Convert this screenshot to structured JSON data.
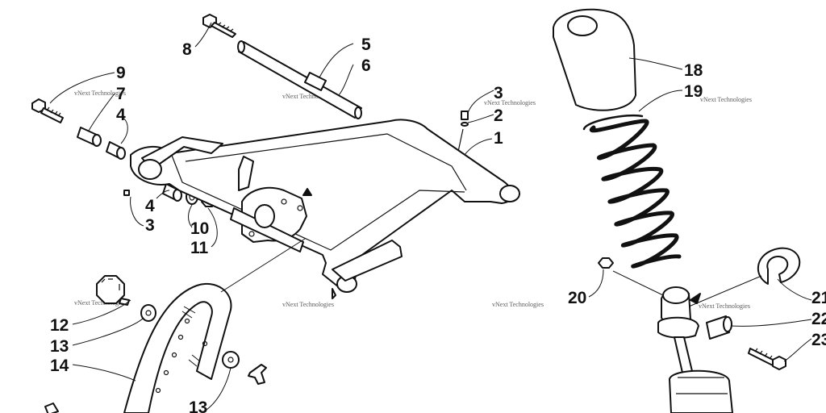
{
  "diagram": {
    "watermark": "vNext Technologies",
    "callouts": [
      {
        "id": "c8",
        "label": "8"
      },
      {
        "id": "c5",
        "label": "5"
      },
      {
        "id": "c6",
        "label": "6"
      },
      {
        "id": "c9",
        "label": "9"
      },
      {
        "id": "c7",
        "label": "7"
      },
      {
        "id": "c4a",
        "label": "4"
      },
      {
        "id": "c3a",
        "label": "3"
      },
      {
        "id": "c2",
        "label": "2"
      },
      {
        "id": "c1",
        "label": "1"
      },
      {
        "id": "c4b",
        "label": "4"
      },
      {
        "id": "c10",
        "label": "10"
      },
      {
        "id": "c3b",
        "label": "3"
      },
      {
        "id": "c11",
        "label": "11"
      },
      {
        "id": "c12",
        "label": "12"
      },
      {
        "id": "c13a",
        "label": "13"
      },
      {
        "id": "c14",
        "label": "14"
      },
      {
        "id": "c13b",
        "label": "13"
      },
      {
        "id": "c18",
        "label": "18"
      },
      {
        "id": "c19",
        "label": "19"
      },
      {
        "id": "c20",
        "label": "20"
      },
      {
        "id": "c21",
        "label": "21"
      },
      {
        "id": "c22",
        "label": "22"
      },
      {
        "id": "c23",
        "label": "23"
      }
    ]
  }
}
